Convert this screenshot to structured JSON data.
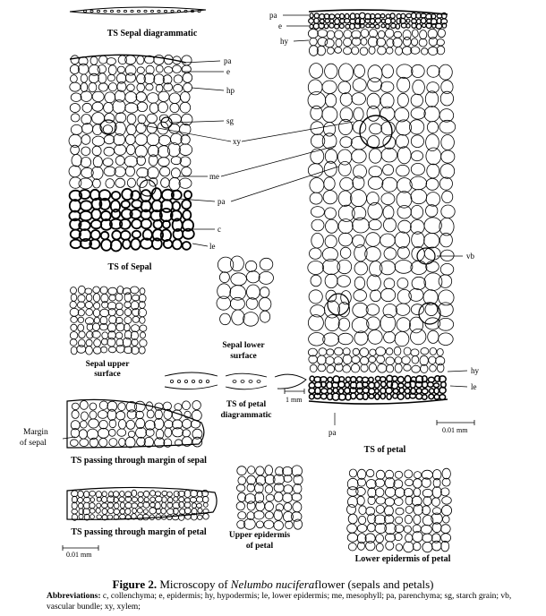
{
  "figure": {
    "number": "Figure 2.",
    "caption_pre": "Microscopy of",
    "species": "Nelumbo nucifera",
    "caption_post": "flower (sepals and petals)",
    "abbreviations_heading": "Abbreviations:",
    "abbreviations_text": "c, collenchyma; e, epidermis; hy, hypodermis; le, lower epidermis; me, mesophyll; pa, parenchyma; sg, starch grain; vb, vascular bundle; xy, xylem;"
  },
  "panel_titles": {
    "ts_sepal_diagrammatic": "TS Sepal diagrammatic",
    "ts_of_sepal": "TS of Sepal",
    "sepal_upper_surface_1": "Sepal upper",
    "sepal_upper_surface_2": "surface",
    "sepal_lower_surface_1": "Sepal lower",
    "sepal_lower_surface_2": "surface",
    "ts_petal_diagrammatic_1": "TS of petal",
    "ts_petal_diagrammatic_2": "diagrammatic",
    "ts_margin_sepal": "TS passing through margin of sepal",
    "margin_of_sepal_1": "Margin",
    "margin_of_sepal_2": "of sepal",
    "ts_margin_petal": "TS passing through margin of petal",
    "upper_epidermis_petal_1": "Upper epidermis",
    "upper_epidermis_petal_2": "of petal",
    "lower_epidermis_petal": "Lower epidermis of petal",
    "ts_of_petal": "TS of petal"
  },
  "sepal_labels": {
    "pa": "pa",
    "e": "e",
    "hp": "hp",
    "sg": "sg",
    "xy": "xy",
    "me": "me",
    "pa2": "pa",
    "c": "c",
    "le": "le"
  },
  "petal_labels": {
    "pa": "pa",
    "e": "e",
    "hy": "hy",
    "vb": "vb",
    "hy2": "hy",
    "le": "le",
    "pa_bottom": "pa"
  },
  "scale_bars": {
    "petal_diag": "1 mm",
    "petal_ts": "0.01 mm",
    "margin": "0.01 mm"
  }
}
